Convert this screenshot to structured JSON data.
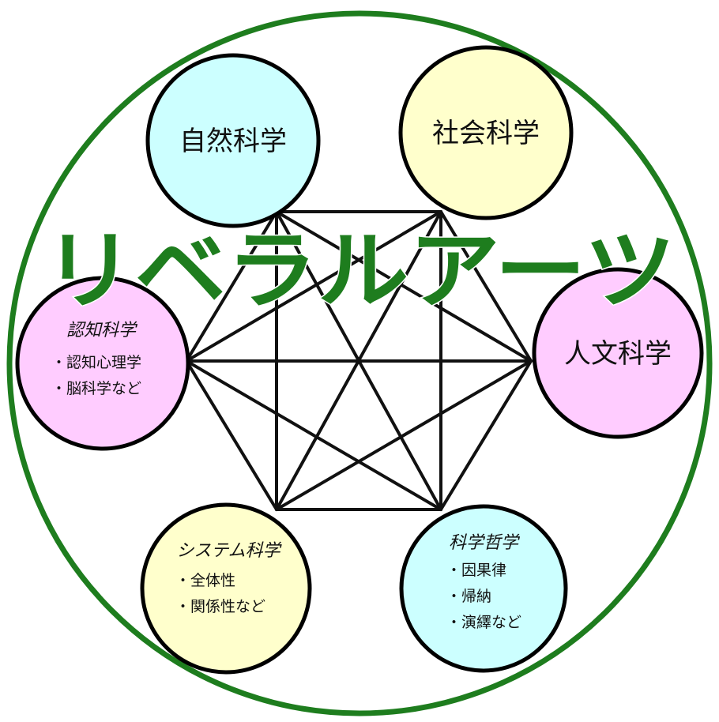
{
  "banner": "リベラルアーツ",
  "colors": {
    "outer_ring": "#1e7d1e",
    "banner": "#1e7d1e",
    "cyan": "#ccffff",
    "yellow": "#ffffcc",
    "pink": "#ffccff",
    "edge": "#111111"
  },
  "nodes": [
    {
      "id": "natural-science",
      "title": "自然科学",
      "color": "#ccffff"
    },
    {
      "id": "social-science",
      "title": "社会科学",
      "color": "#ffffcc"
    },
    {
      "id": "humanities",
      "title": "人文科学",
      "color": "#ffccff"
    },
    {
      "id": "philosophy-of-science",
      "title": "科学哲学",
      "items": [
        "・因果律",
        "・帰納",
        "・演繹など"
      ],
      "color": "#ccffff"
    },
    {
      "id": "systems-science",
      "title": "システム科学",
      "items": [
        "・全体性",
        "・関係性など"
      ],
      "color": "#ffffcc"
    },
    {
      "id": "cognitive-science",
      "title": "認知科学",
      "items": [
        "・認知心理学",
        "・脳科学など"
      ],
      "color": "#ffccff"
    }
  ]
}
